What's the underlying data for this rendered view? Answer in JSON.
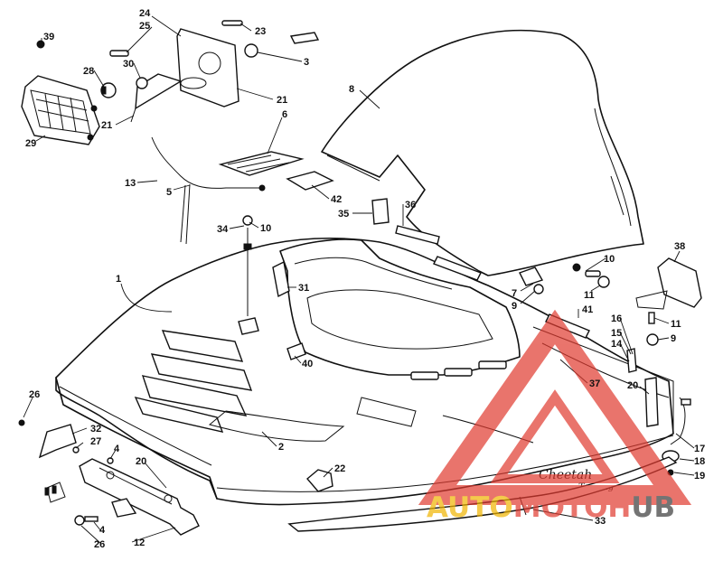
{
  "callouts": [
    {
      "id": "c24",
      "text": "24"
    },
    {
      "id": "c25",
      "text": "25"
    },
    {
      "id": "c23",
      "text": "23"
    },
    {
      "id": "c39",
      "text": "39"
    },
    {
      "id": "c28",
      "text": "28"
    },
    {
      "id": "c30",
      "text": "30"
    },
    {
      "id": "c3",
      "text": "3"
    },
    {
      "id": "c21a",
      "text": "21"
    },
    {
      "id": "c21b",
      "text": "21"
    },
    {
      "id": "c29",
      "text": "29"
    },
    {
      "id": "c6",
      "text": "6"
    },
    {
      "id": "c8",
      "text": "8"
    },
    {
      "id": "c13",
      "text": "13"
    },
    {
      "id": "c5",
      "text": "5"
    },
    {
      "id": "c42",
      "text": "42"
    },
    {
      "id": "c36",
      "text": "36"
    },
    {
      "id": "c35",
      "text": "35"
    },
    {
      "id": "c34",
      "text": "34"
    },
    {
      "id": "c10a",
      "text": "10"
    },
    {
      "id": "c38",
      "text": "38"
    },
    {
      "id": "c10b",
      "text": "10"
    },
    {
      "id": "c1",
      "text": "1"
    },
    {
      "id": "c31",
      "text": "31"
    },
    {
      "id": "c7",
      "text": "7"
    },
    {
      "id": "c9a",
      "text": "9"
    },
    {
      "id": "c11a",
      "text": "11"
    },
    {
      "id": "c41",
      "text": "41"
    },
    {
      "id": "c16",
      "text": "16"
    },
    {
      "id": "c15",
      "text": "15"
    },
    {
      "id": "c14",
      "text": "14"
    },
    {
      "id": "c11b",
      "text": "11"
    },
    {
      "id": "c9b",
      "text": "9"
    },
    {
      "id": "c40",
      "text": "40"
    },
    {
      "id": "c37",
      "text": "37"
    },
    {
      "id": "c20a",
      "text": "20"
    },
    {
      "id": "c26a",
      "text": "26"
    },
    {
      "id": "c32",
      "text": "32"
    },
    {
      "id": "c27",
      "text": "27"
    },
    {
      "id": "c2",
      "text": "2"
    },
    {
      "id": "c4a",
      "text": "4"
    },
    {
      "id": "c20b",
      "text": "20"
    },
    {
      "id": "c22",
      "text": "22"
    },
    {
      "id": "c17",
      "text": "17"
    },
    {
      "id": "c18",
      "text": "18"
    },
    {
      "id": "c19",
      "text": "19"
    },
    {
      "id": "c33",
      "text": "33"
    },
    {
      "id": "c4b",
      "text": "4"
    },
    {
      "id": "c26b",
      "text": "26"
    },
    {
      "id": "c12",
      "text": "12"
    }
  ],
  "decal_text": {
    "line1": "Cheetah",
    "line2": "Touring"
  },
  "watermark": {
    "text": "AUTOMOTOHUB",
    "color_main": "#e03a2f",
    "color_accent": "#f0b400",
    "color_dark": "#3a3a3a"
  }
}
